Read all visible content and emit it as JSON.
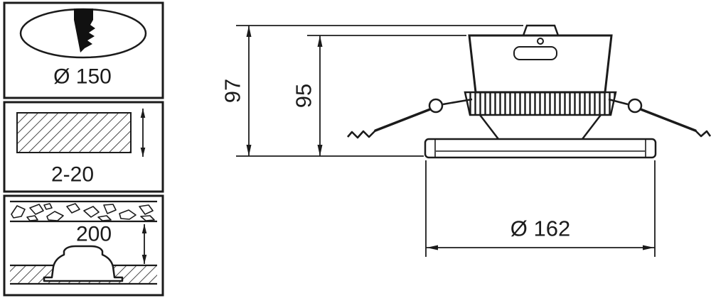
{
  "panels": {
    "cutout": {
      "label": "Ø 150",
      "icon": "hole-saw-cutout-icon"
    },
    "ceiling_thickness": {
      "label": "2-20",
      "icon": "ceiling-hatch-icon"
    },
    "recess_depth": {
      "label": "200",
      "icon": "recessed-housing-icon"
    }
  },
  "drawing": {
    "overall_height": "97",
    "recess_height": "95",
    "flange_diameter": "Ø 162"
  },
  "colors": {
    "line": "#1b1b1b",
    "background": "#ffffff"
  }
}
